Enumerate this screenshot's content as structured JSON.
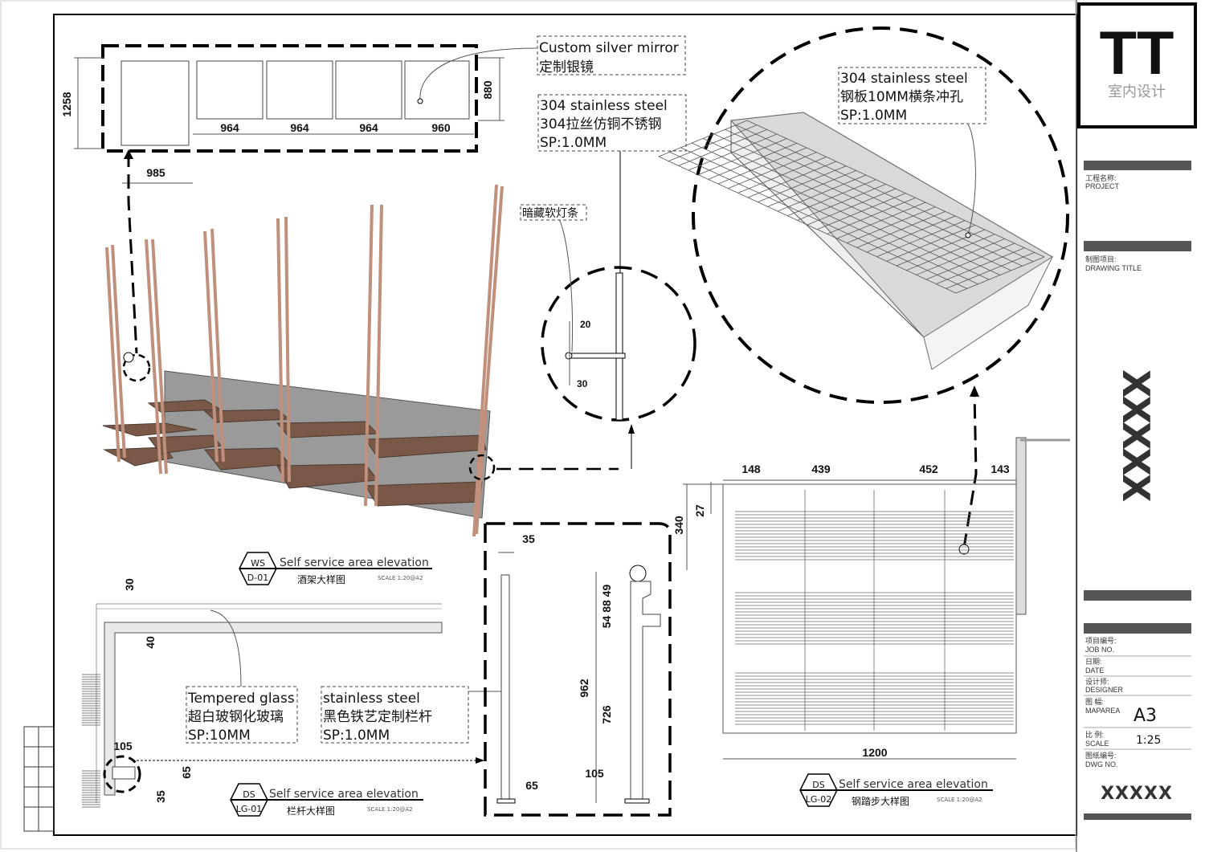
{
  "title_block": {
    "logo": "TT",
    "logo_sub": "室内设计",
    "project_cn": "工程名称:",
    "project_en": "PROJECT",
    "drawing_title_cn": "制图项目:",
    "drawing_title_en": "DRAWING TITLE",
    "big_mark": "XXXXX",
    "fields": [
      {
        "cn": "项目编号:",
        "en": "JOB NO.",
        "value": ""
      },
      {
        "cn": "日期:",
        "en": "DATE",
        "value": ""
      },
      {
        "cn": "设计师:",
        "en": "DESIGNER",
        "value": ""
      },
      {
        "cn": "图 幅:",
        "en": "MAPAREA",
        "value": "A3"
      },
      {
        "cn": "比 例:",
        "en": "SCALE",
        "value": "1:25"
      },
      {
        "cn": "图纸编号:",
        "en": "DWG NO.",
        "value": ""
      }
    ],
    "dwg_no": "XXXXX"
  },
  "mirror": {
    "height_dim": "1258",
    "mirror_height_dim": "880",
    "widths": [
      "964",
      "964",
      "964",
      "960"
    ],
    "first_width": "985",
    "callout": [
      "Custom silver mirror",
      "定制银镜"
    ]
  },
  "section_detail": {
    "callout": [
      "304 stainless steel",
      "304拉丝仿铜不锈钢",
      "SP:1.0MM"
    ],
    "light_label": "暗藏软灯条",
    "dims": [
      "20",
      "30"
    ]
  },
  "grid_detail": {
    "callout": [
      "304 stainless steel",
      "钢板10MM横条冲孔",
      "SP:1.0MM"
    ]
  },
  "step_plan": {
    "top_dims": [
      "148",
      "439",
      "452",
      "143"
    ],
    "side_dims": [
      "27",
      "340"
    ],
    "bottom_dim": "1200"
  },
  "railing": {
    "dims": [
      "30",
      "40",
      "105",
      "65",
      "35"
    ],
    "glass_callout": [
      "Tempered glass",
      "超白玻钢化玻璃",
      "SP:10MM"
    ],
    "steel_callout": [
      "stainless steel",
      "黑色铁艺定制栏杆",
      "SP:1.0MM"
    ],
    "profile_dims": [
      "35",
      "65"
    ],
    "post_dims": [
      "962",
      "54 88 49",
      "726",
      "105"
    ]
  },
  "titles": [
    {
      "tag": "WS",
      "code": "D-01",
      "en": "Self service area elevation",
      "cn": "酒架大样图",
      "scale": "SCALE 1:20@A2"
    },
    {
      "tag": "DS",
      "code": "LG-01",
      "en": "Self service area elevation",
      "cn": "栏杆大样图",
      "scale": "SCALE 1:20@A2"
    },
    {
      "tag": "DS",
      "code": "LG-02",
      "en": "Self service area elevation",
      "cn": "钢踏步大样图",
      "scale": "SCALE 1:20@A2"
    }
  ]
}
